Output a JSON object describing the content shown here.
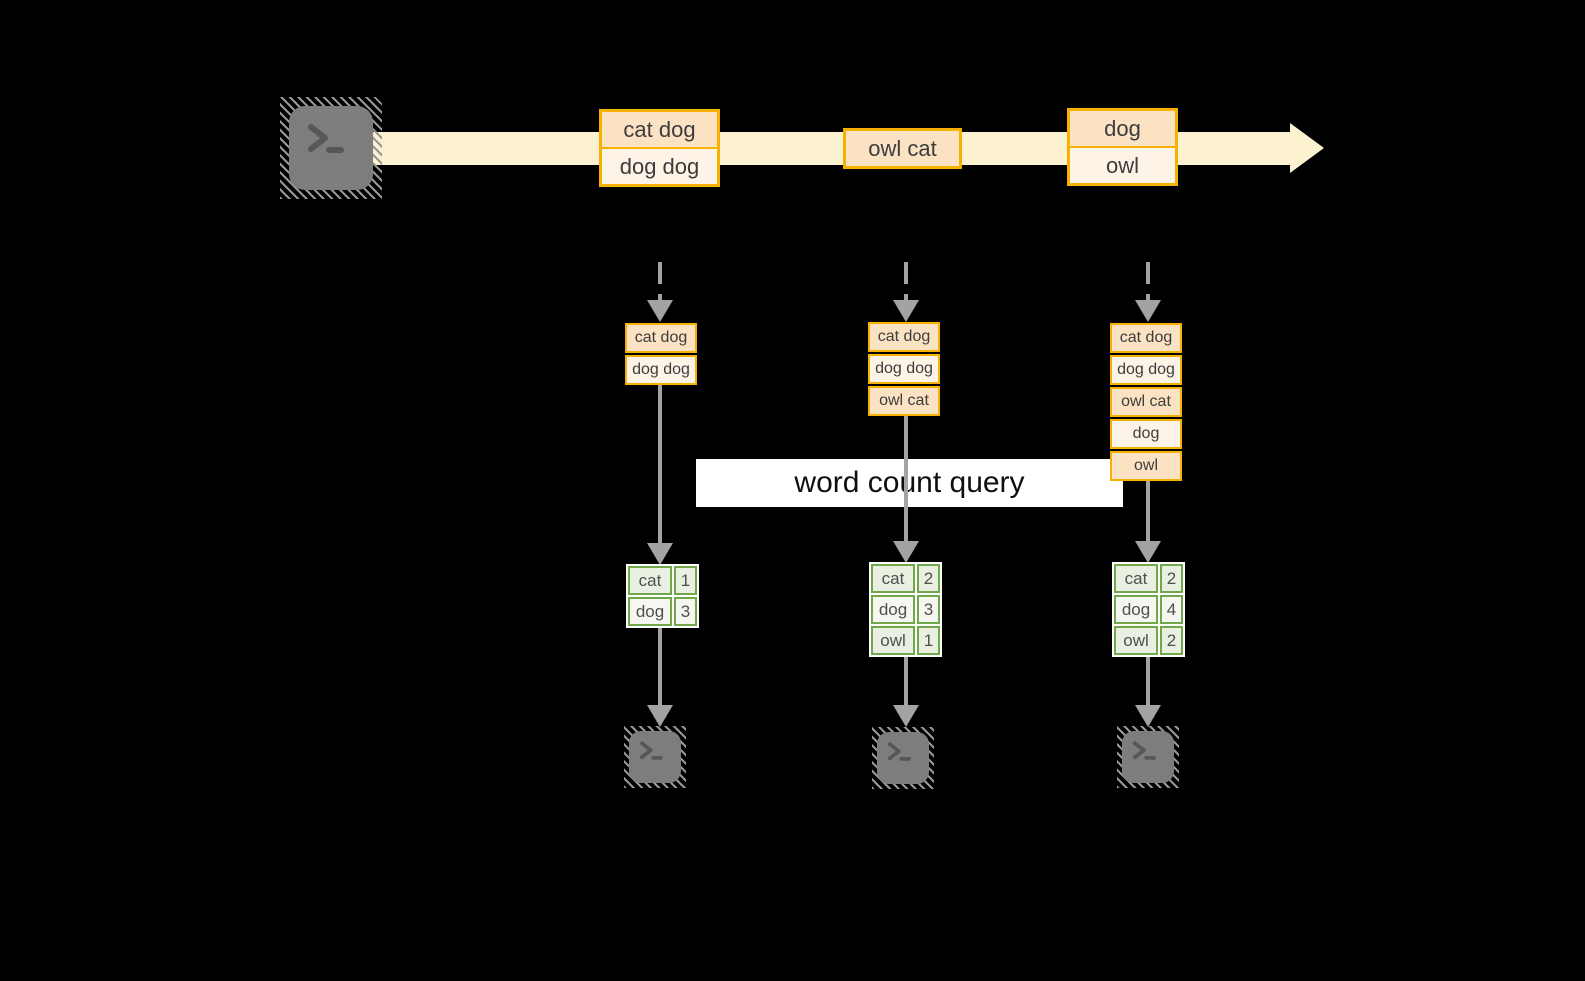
{
  "query": {
    "label": "word count query"
  },
  "stream": {
    "source_icon": "terminal-icon",
    "events": [
      {
        "rows": [
          "cat dog",
          "dog dog"
        ]
      },
      {
        "rows": [
          "owl cat"
        ]
      },
      {
        "rows": [
          "dog",
          "owl"
        ]
      }
    ]
  },
  "columns": [
    {
      "buffer": [
        "cat dog",
        "dog dog"
      ],
      "counts": [
        {
          "word": "cat",
          "value": "1"
        },
        {
          "word": "dog",
          "value": "3"
        }
      ],
      "sink_icon": "terminal-icon"
    },
    {
      "buffer": [
        "cat dog",
        "dog dog",
        "owl cat"
      ],
      "counts": [
        {
          "word": "cat",
          "value": "2"
        },
        {
          "word": "dog",
          "value": "3"
        },
        {
          "word": "owl",
          "value": "1"
        }
      ],
      "sink_icon": "terminal-icon"
    },
    {
      "buffer": [
        "cat dog",
        "dog dog",
        "owl cat",
        "dog",
        "owl"
      ],
      "counts": [
        {
          "word": "cat",
          "value": "2"
        },
        {
          "word": "dog",
          "value": "4"
        },
        {
          "word": "owl",
          "value": "2"
        }
      ],
      "sink_icon": "terminal-icon"
    }
  ],
  "colors": {
    "background": "#000000",
    "stream_band": "#fcf2cf",
    "box_border_gold": "#f7b100",
    "box_fill_dark": "#fbe2c3",
    "box_fill_light": "#fdf3e6",
    "table_border_green": "#72a84a",
    "table_fill_dark": "#e9efe1",
    "table_fill_light": "#f5f8f1",
    "arrow_gray": "#a3a3a3",
    "terminal_gray": "#7d7d7d",
    "query_box": "#ffffff"
  }
}
